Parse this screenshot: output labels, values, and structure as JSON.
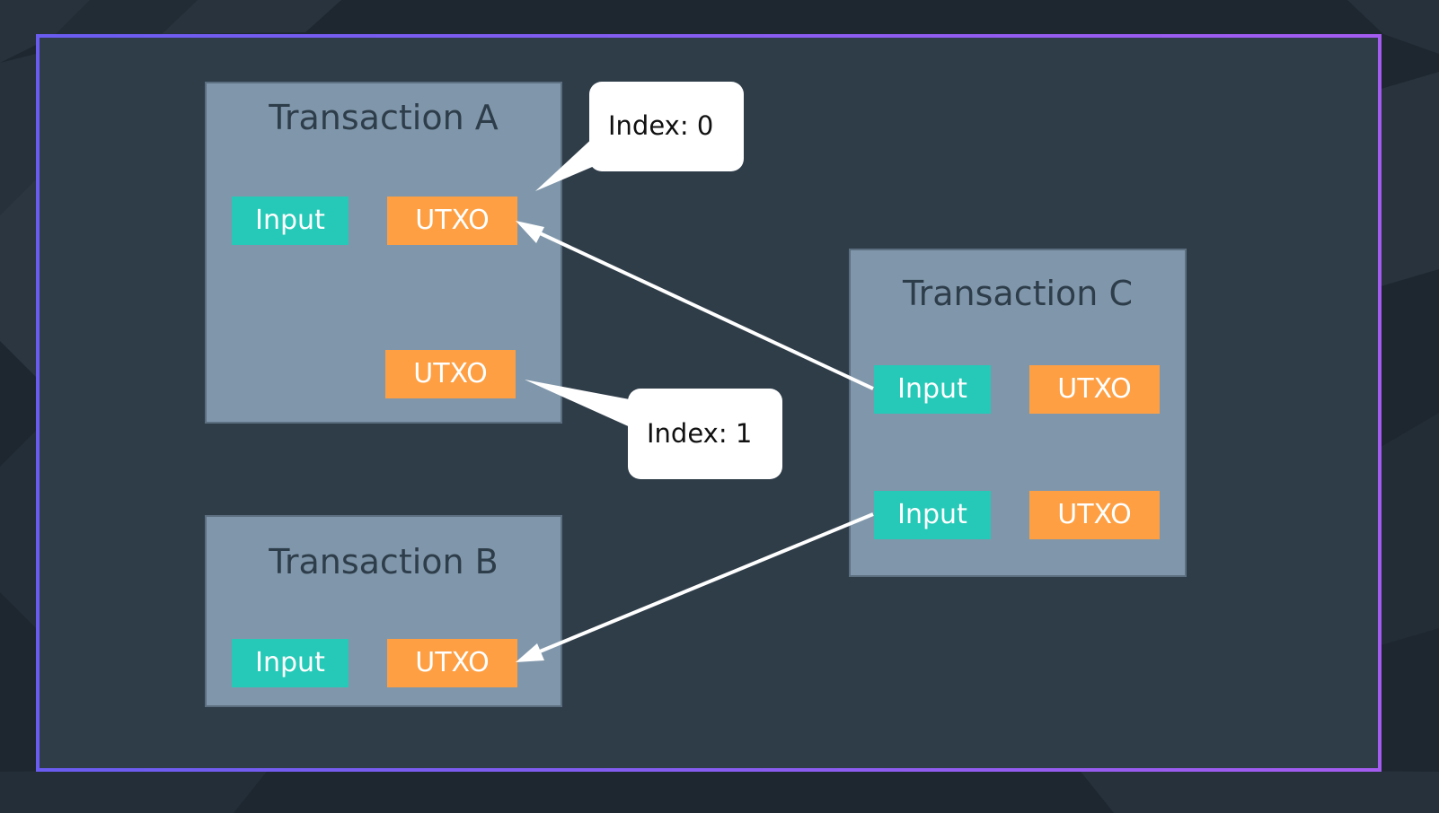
{
  "transactions": {
    "a": {
      "title": "Transaction A",
      "input": "Input",
      "utxo_0": "UTXO",
      "utxo_1": "UTXO"
    },
    "b": {
      "title": "Transaction B",
      "input": "Input",
      "utxo": "UTXO"
    },
    "c": {
      "title": "Transaction C",
      "input_0": "Input",
      "utxo_0": "UTXO",
      "input_1": "Input",
      "utxo_1": "UTXO"
    }
  },
  "callouts": {
    "index_0": "Index: 0",
    "index_1": "Index: 1"
  },
  "colors": {
    "input": "#26c9b7",
    "utxo": "#fe9f43",
    "transaction_box": "#8097ab",
    "canvas": "#2f3d49",
    "frame": "#7a5cf0"
  }
}
